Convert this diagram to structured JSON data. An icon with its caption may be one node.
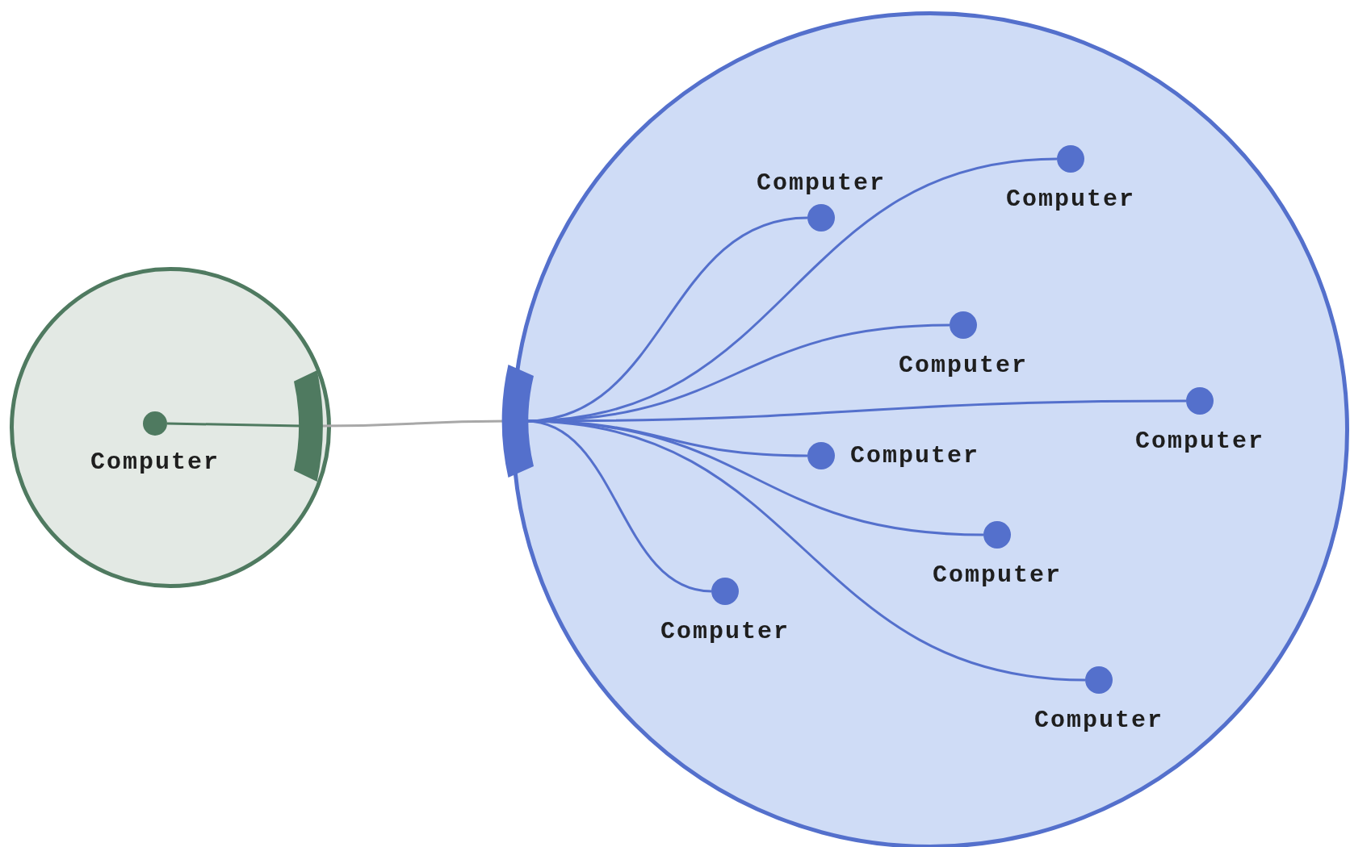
{
  "diagram": {
    "nodes": [
      {
        "text": [],
        "shape": "circle"
      },
      {
        "text": [],
        "shape": "bar",
        "in": 0
      },
      {
        "text": [
          "Computer"
        ],
        "in": 0
      },
      {
        "text": [],
        "shape": "circle"
      },
      {
        "text": [],
        "shape": "bar",
        "in": 3
      },
      {
        "text": [
          "Computer"
        ],
        "in": 3
      },
      {
        "text": [
          "Computer"
        ],
        "in": 3
      },
      {
        "text": [
          "Computer"
        ],
        "in": 3
      },
      {
        "text": [
          "Computer"
        ],
        "in": 3
      },
      {
        "text": [
          "Computer"
        ],
        "in": 3
      },
      {
        "text": [
          "Computer"
        ],
        "in": 3
      },
      {
        "text": [
          "Computer"
        ],
        "in": 3
      },
      {
        "text": [
          "Computer"
        ],
        "in": 3
      }
    ],
    "edges": [
      {
        "from": 2,
        "to": 1,
        "arrow": "none",
        "color": "#4f7a60"
      },
      {
        "from": 1,
        "to": 4,
        "arrow": "none",
        "color": "#a8a8a8"
      },
      {
        "from": 4,
        "to": 5,
        "arrow": "none"
      },
      {
        "from": 4,
        "to": 6,
        "arrow": "none"
      },
      {
        "from": 4,
        "to": 7,
        "arrow": "none"
      },
      {
        "from": 4,
        "to": 8,
        "arrow": "none"
      },
      {
        "from": 4,
        "to": 9,
        "arrow": "none"
      },
      {
        "from": 4,
        "to": 10,
        "arrow": "none"
      },
      {
        "from": 4,
        "to": 11,
        "arrow": "none"
      },
      {
        "from": 4,
        "to": 12,
        "arrow": "none"
      }
    ]
  }
}
